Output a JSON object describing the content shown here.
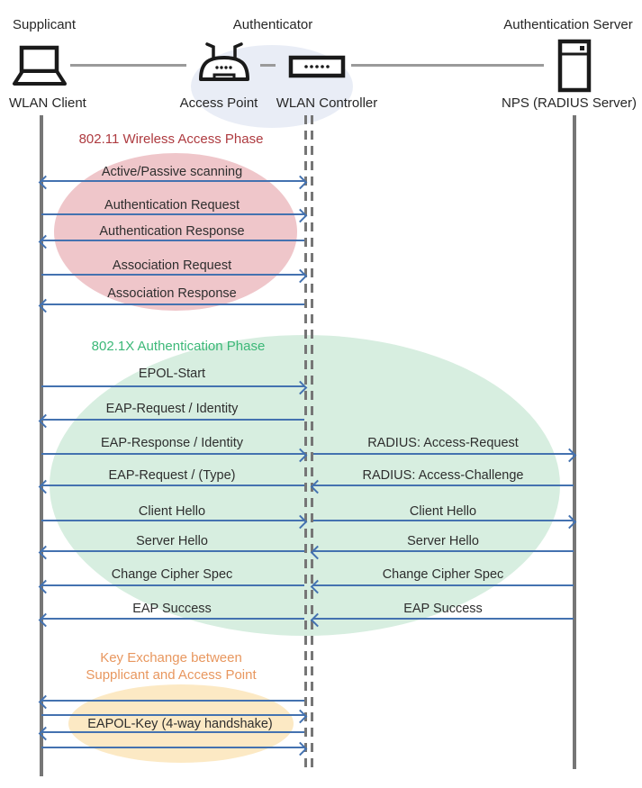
{
  "header": {
    "roles": [
      {
        "label": "Supplicant"
      },
      {
        "label": "Authenticator"
      },
      {
        "label": "Authentication Server"
      }
    ],
    "devices": [
      {
        "label": "WLAN Client",
        "icon": "laptop-icon"
      },
      {
        "label": "Access Point",
        "icon": "access-point-icon"
      },
      {
        "label": "WLAN Controller",
        "icon": "wlan-controller-icon"
      },
      {
        "label": "NPS (RADIUS Server)",
        "icon": "server-icon"
      }
    ]
  },
  "phases": [
    {
      "title": "802.11 Wireless Access Phase",
      "title_color": "#AE3B40",
      "ellipse_color": "#EFC6CA",
      "messages": [
        {
          "label": "Active/Passive scanning",
          "direction": "both"
        },
        {
          "label": "Authentication Request",
          "direction": "right"
        },
        {
          "label": "Authentication Response",
          "direction": "left"
        },
        {
          "label": "Association Request",
          "direction": "right"
        },
        {
          "label": "Association Response",
          "direction": "left"
        }
      ]
    },
    {
      "title": "802.1X Authentication Phase",
      "title_color": "#3CB878",
      "ellipse_color": "#D7EEE0",
      "rows": [
        {
          "left": {
            "label": "EPOL-Start",
            "direction": "right"
          }
        },
        {
          "left": {
            "label": "EAP-Request / Identity",
            "direction": "left"
          }
        },
        {
          "left": {
            "label": "EAP-Response / Identity",
            "direction": "right"
          },
          "right": {
            "label": "RADIUS: Access-Request",
            "direction": "right"
          }
        },
        {
          "left": {
            "label": "EAP-Request / (Type)",
            "direction": "left"
          },
          "right": {
            "label": "RADIUS: Access-Challenge",
            "direction": "left"
          }
        },
        {
          "left": {
            "label": "Client Hello",
            "direction": "right"
          },
          "right": {
            "label": "Client Hello",
            "direction": "right"
          }
        },
        {
          "left": {
            "label": "Server Hello",
            "direction": "left"
          },
          "right": {
            "label": "Server Hello",
            "direction": "left"
          }
        },
        {
          "left": {
            "label": "Change Cipher Spec",
            "direction": "left"
          },
          "right": {
            "label": "Change Cipher Spec",
            "direction": "left"
          }
        },
        {
          "left": {
            "label": "EAP Success",
            "direction": "left"
          },
          "right": {
            "label": "EAP Success",
            "direction": "left"
          }
        }
      ]
    },
    {
      "title_line1": "Key Exchange between",
      "title_line2": "Supplicant and Access Point",
      "title_color": "#E8975F",
      "ellipse_color": "#FCE9C4",
      "key_label": "EAPOL-Key (4-way handshake)",
      "arrow_directions": [
        "left",
        "right",
        "left",
        "right"
      ]
    }
  ],
  "colors": {
    "arrow": "#4472B0",
    "lifeline": "#767676",
    "connector": "#9A9A9A",
    "hub_ellipse": "#E9EDF6",
    "phase1_title": "#AE3B40",
    "phase2_title": "#3CB878",
    "phase3_title": "#E8975F",
    "text": "#303030"
  }
}
